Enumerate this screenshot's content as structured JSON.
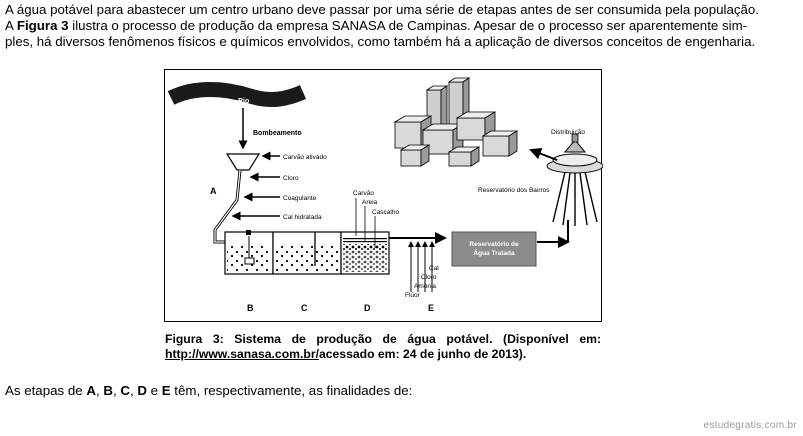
{
  "paragraph": {
    "line1": "A água potável para abastecer um centro urbano deve passar por uma série de etapas antes de ser consumida pela população.",
    "line2_a": "A ",
    "line2_bold": "Figura 3",
    "line2_b": " ilustra o processo de produção da empresa SANASA de Campinas. Apesar de o processo ser aparentemente sim-",
    "line3": "ples, há diversos fenômenos físicos e químicos envolvidos, como também há a aplicação de diversos conceitos de engenharia."
  },
  "diagram": {
    "rio": "Rio",
    "bombeamento": "Bombeamento",
    "carvao_ativado": "Carvão ativado",
    "cloro": "Cloro",
    "coagulante": "Coagulante",
    "cal_hidratada": "Cal hidratada",
    "carvao": "Carvão",
    "areia": "Areia",
    "cascalho": "Cascalho",
    "distribuicao": "Distribuição",
    "reservatorio_bairros": "Reservatório dos Bairros",
    "reservatorio_tratada_1": "Reservatório de",
    "reservatorio_tratada_2": "Água Tratada",
    "cal": "Cal",
    "cloro_e": "Cloro",
    "amonia": "Amônia",
    "fluor": "Flúor",
    "label_a": "A",
    "label_b": "B",
    "label_c": "C",
    "label_d": "D",
    "label_e": "E"
  },
  "caption": {
    "line1": "Figura 3: Sistema de produção de água potável. (Disponível em:",
    "link": "http://www.sanasa.com.br/",
    "line2_rest": "acessado em: 24 de junho de 2013)."
  },
  "question": {
    "t1": "As etapas de ",
    "a": "A",
    "s1": ", ",
    "b": "B",
    "s2": ", ",
    "c": "C",
    "s3": ", ",
    "d": "D",
    "s4": " e ",
    "e": "E",
    "t2": " têm, respectivamente, as finalidades de:"
  },
  "watermark": "estudegratis.com.br",
  "colors": {
    "river": "#1a1a1a",
    "reservoir_box": "#8c8c8c",
    "building_light": "#d9d9d9",
    "building_dark": "#9a9a9a"
  }
}
